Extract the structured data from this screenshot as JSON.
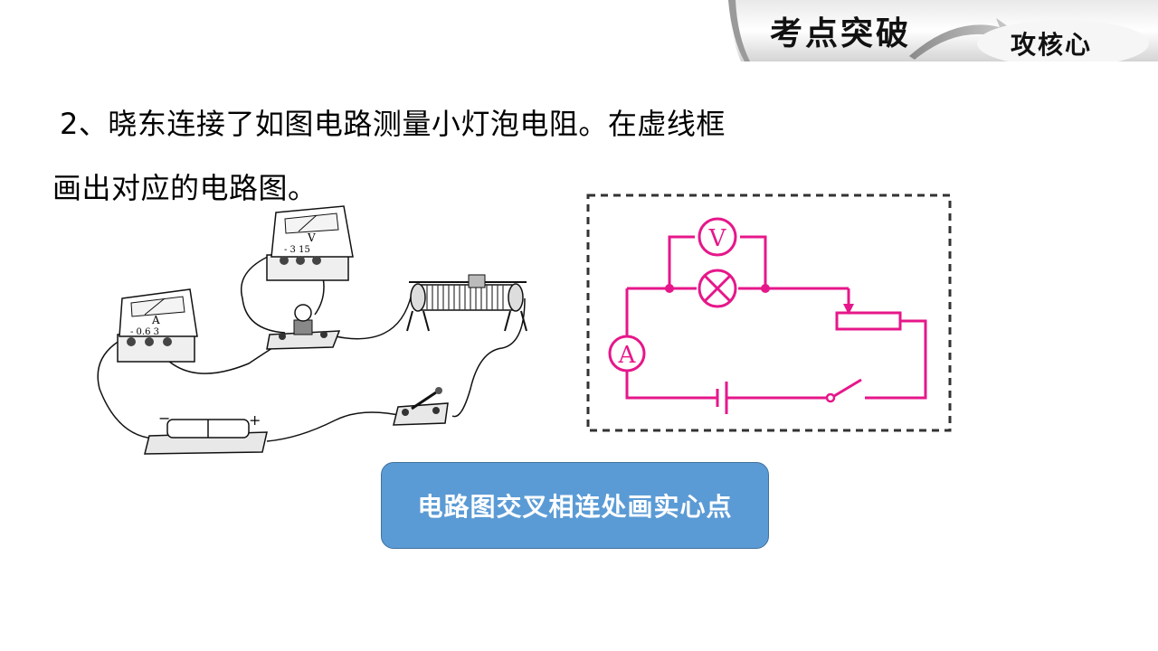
{
  "banner": {
    "left_text": "考点突破",
    "right_text": "攻核心"
  },
  "question": {
    "line1": "2、晓东连接了如图电路测量小灯泡电阻。在虚线框",
    "line2": "画出对应的电路图。"
  },
  "illustration": {
    "ammeter_symbol": "A",
    "ammeter_terminals": "- 0.6 3",
    "voltmeter_symbol": "V",
    "voltmeter_terminals": "- 3 15",
    "battery_minus": "−",
    "battery_plus": "+"
  },
  "schematic": {
    "voltmeter_label": "V",
    "ammeter_label": "A",
    "wire_color": "#e6178a",
    "frame_color": "#333333"
  },
  "hint": {
    "text": "电路图交叉相连处画实心点",
    "background_color": "#5b9bd5"
  }
}
